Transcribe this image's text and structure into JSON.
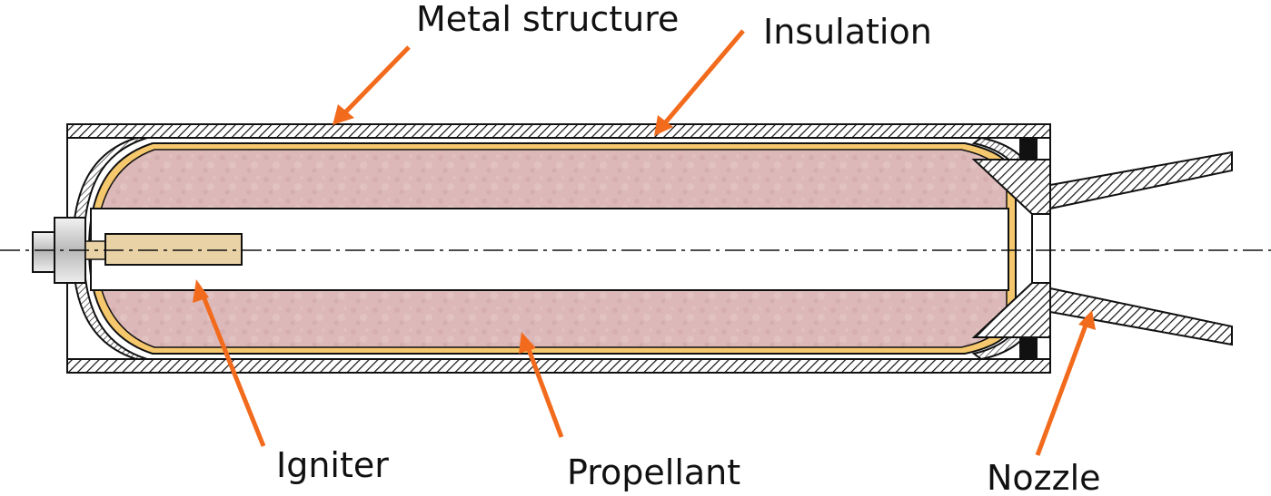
{
  "labels": {
    "metal_structure": "Metal structure",
    "insulation": "Insulation",
    "igniter": "Igniter",
    "propellant": "Propellant",
    "nozzle": "Nozzle"
  },
  "colors": {
    "arrow": "#f26b1d",
    "propellant": "#dcb8b8",
    "insulation": "#f6c86e",
    "outline": "#111111",
    "igniter": "#e8d2a6",
    "cap": "#c9c9c9"
  }
}
